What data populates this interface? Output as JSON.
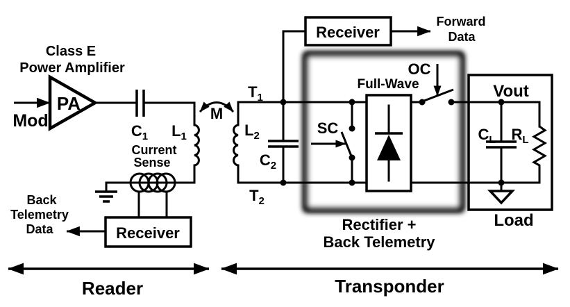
{
  "colors": {
    "ink": "#000000",
    "background": "#ffffff"
  },
  "reader": {
    "amp_caption_1": "Class E",
    "amp_caption_2": "Power Amplifier",
    "mod": "Mod",
    "pa": "PA",
    "c1": {
      "main": "C",
      "sub": "1"
    },
    "l1": {
      "main": "L",
      "sub": "1"
    },
    "current_sense_1": "Current",
    "current_sense_2": "Sense",
    "receiver": "Receiver",
    "back_telemetry_1": "Back",
    "back_telemetry_2": "Telemetry",
    "back_telemetry_3": "Data",
    "section": "Reader"
  },
  "coupling": {
    "m": "M"
  },
  "transponder": {
    "t1": {
      "main": "T",
      "sub": "1"
    },
    "t2": {
      "main": "T",
      "sub": "2"
    },
    "l2": {
      "main": "L",
      "sub": "2"
    },
    "c2": {
      "main": "C",
      "sub": "2"
    },
    "sc": "SC",
    "oc": "OC",
    "full_wave": "Full-Wave",
    "receiver": "Receiver",
    "forward_data_1": "Forward",
    "forward_data_2": "Data",
    "rectifier_caption_1": "Rectifier +",
    "rectifier_caption_2": "Back Telemetry",
    "vout": "Vout",
    "cl": {
      "main": "C",
      "sub": "L"
    },
    "rl": {
      "main": "R",
      "sub": "L"
    },
    "load": "Load",
    "section": "Transponder"
  }
}
